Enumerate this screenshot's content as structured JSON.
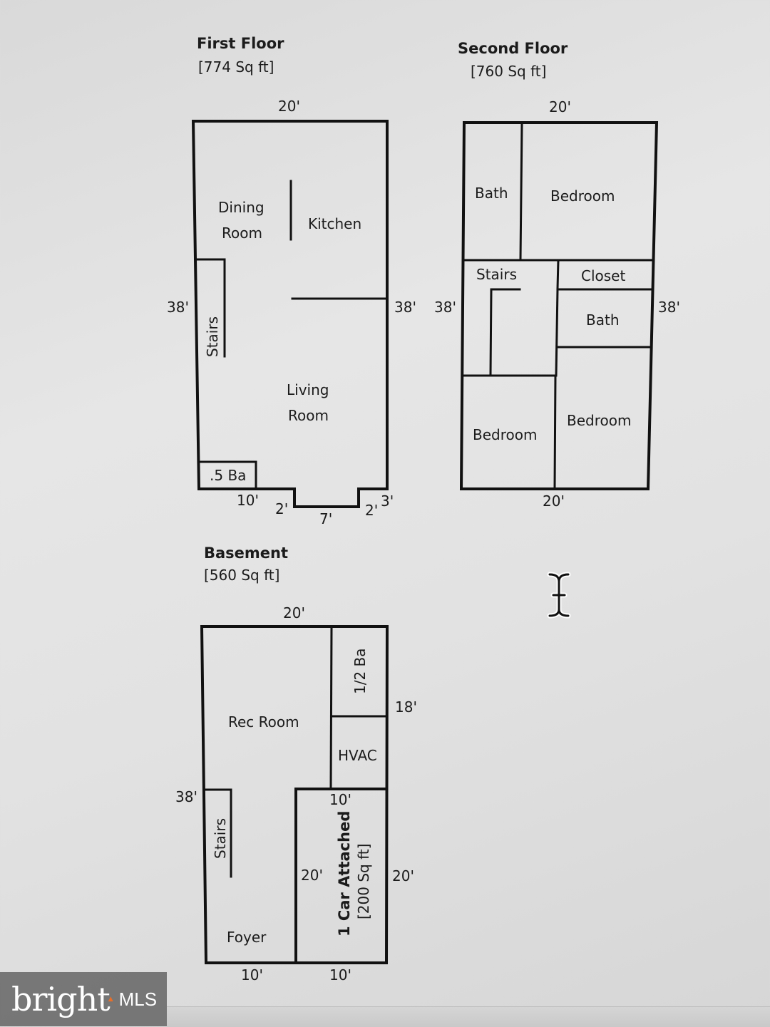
{
  "first_floor": {
    "title": "First Floor",
    "area": "[774 Sq ft]",
    "dims": {
      "top": "20'",
      "left": "38'",
      "right": "38'",
      "bottom_left": "10'",
      "notch_left": "2'",
      "notch_bottom": "7'",
      "notch_right": "2'",
      "bottom_right": "3'"
    },
    "rooms": {
      "dining_line1": "Dining",
      "dining_line2": "Room",
      "kitchen": "Kitchen",
      "stairs": "Stairs",
      "living_line1": "Living",
      "living_line2": "Room",
      "half_bath": ".5 Ba"
    }
  },
  "second_floor": {
    "title": "Second Floor",
    "area": "[760 Sq ft]",
    "dims": {
      "top": "20'",
      "left": "38'",
      "right": "38'",
      "bottom": "20'"
    },
    "rooms": {
      "bath_top": "Bath",
      "bedroom_top": "Bedroom",
      "stairs": "Stairs",
      "closet": "Closet",
      "bath_mid": "Bath",
      "bedroom_left": "Bedroom",
      "bedroom_right": "Bedroom"
    }
  },
  "basement": {
    "title": "Basement",
    "area": "[560 Sq ft]",
    "dims": {
      "top": "20'",
      "right_upper": "18'",
      "left": "38'",
      "garage_top": "10'",
      "garage_left": "20'",
      "right_lower": "20'",
      "bottom_left": "10'",
      "bottom_right": "10'"
    },
    "rooms": {
      "rec_room": "Rec Room",
      "half_bath": "1/2 Ba",
      "hvac": "HVAC",
      "stairs": "Stairs",
      "foyer": "Foyer",
      "garage_line1": "1 Car Attached",
      "garage_line2": "[200 Sq ft]"
    }
  },
  "watermark": {
    "brand": "bright",
    "mls": "MLS"
  }
}
